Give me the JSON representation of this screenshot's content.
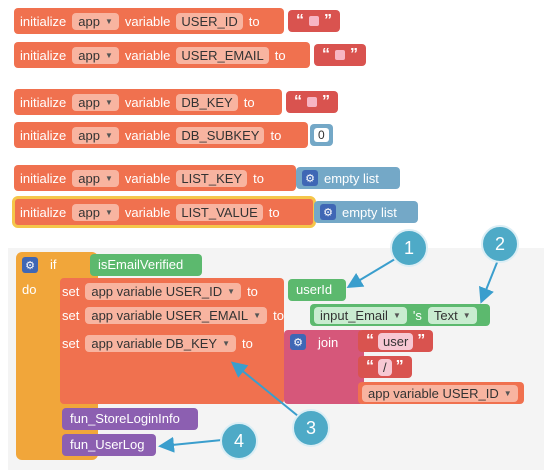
{
  "init_blocks": [
    {
      "kw": "initialize",
      "scope": "app",
      "var_kw": "variable",
      "name": "USER_ID",
      "to": "to",
      "value_type": "text"
    },
    {
      "kw": "initialize",
      "scope": "app",
      "var_kw": "variable",
      "name": "USER_EMAIL",
      "to": "to",
      "value_type": "text"
    },
    {
      "kw": "initialize",
      "scope": "app",
      "var_kw": "variable",
      "name": "DB_KEY",
      "to": "to",
      "value_type": "text"
    },
    {
      "kw": "initialize",
      "scope": "app",
      "var_kw": "variable",
      "name": "DB_SUBKEY",
      "to": "to",
      "value_type": "number",
      "value": "0"
    },
    {
      "kw": "initialize",
      "scope": "app",
      "var_kw": "variable",
      "name": "LIST_KEY",
      "to": "to",
      "value_type": "list",
      "value": "empty list"
    },
    {
      "kw": "initialize",
      "scope": "app",
      "var_kw": "variable",
      "name": "LIST_VALUE",
      "to": "to",
      "value_type": "list",
      "value": "empty list"
    }
  ],
  "if_block": {
    "if_label": "if",
    "do_label": "do",
    "condition": "isEmailVerified",
    "set1": {
      "set": "set",
      "var": "app variable USER_ID",
      "to": "to",
      "value": "userId"
    },
    "set2": {
      "set": "set",
      "var": "app variable USER_EMAIL",
      "to": "to",
      "component": "input_Email",
      "possessive": "'s",
      "property": "Text"
    },
    "set3": {
      "set": "set",
      "var": "app variable DB_KEY",
      "to": "to",
      "join": "join",
      "t1": "user",
      "t2": "/",
      "getter": "app variable USER_ID"
    },
    "call1": "fun_StoreLoginInfo",
    "call2": "fun_UserLog"
  },
  "callouts": [
    "1",
    "2",
    "3",
    "4"
  ],
  "quote_open": "“",
  "quote_close": "”"
}
